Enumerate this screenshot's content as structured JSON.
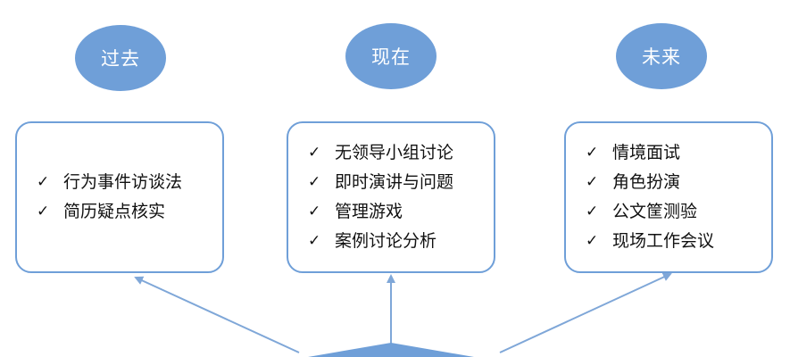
{
  "colors": {
    "accent": "#6f9fd8",
    "line": "#7fa7d8",
    "text": "#111111"
  },
  "columns": [
    {
      "heading": "过去",
      "items": [
        "行为事件访谈法",
        "简历疑点核实"
      ]
    },
    {
      "heading": "现在",
      "items": [
        "无领导小组讨论",
        "即时演讲与问题",
        "管理游戏",
        "案例讨论分析"
      ]
    },
    {
      "heading": "未来",
      "items": [
        "情境面试",
        "角色扮演",
        "公文筐测验",
        "现场工作会议"
      ]
    }
  ]
}
